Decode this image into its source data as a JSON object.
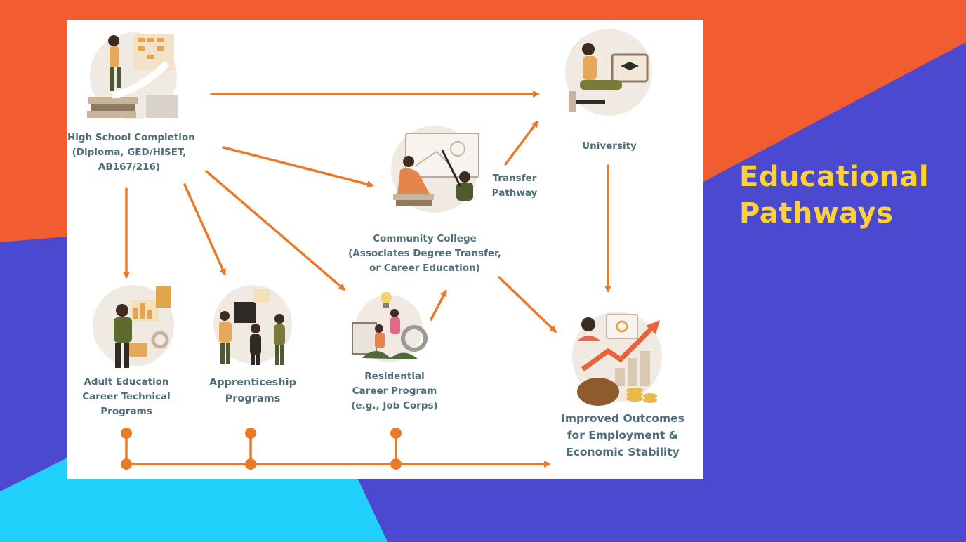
{
  "title": {
    "line1": "Educational",
    "line2": "Pathways"
  },
  "colors": {
    "orange": "#F25C31",
    "blue": "#4B49CF",
    "cyan": "#21D1FC",
    "yellow": "#FFD234",
    "arrow": "#EA7A28",
    "label": "#4E6F79"
  },
  "nodes": {
    "high_school": {
      "line1": "High School Completion",
      "line2": "(Diploma, GED/HISET,",
      "line3": "AB167/216)",
      "icon": "student-climbing-books-icon"
    },
    "university": {
      "label": "University",
      "icon": "graduate-laptop-icon"
    },
    "community_college": {
      "line1": "Community College",
      "line2": "(Associates Degree Transfer,",
      "line3": "or Career Education)",
      "icon": "teacher-whiteboard-icon"
    },
    "transfer": {
      "line1": "Transfer",
      "line2": "Pathway"
    },
    "adult_ed": {
      "line1": "Adult Education",
      "line2": "Career Technical",
      "line3": "Programs",
      "icon": "worker-briefcase-icon"
    },
    "apprenticeship": {
      "line1": "Apprenticeship",
      "line2": "Programs",
      "icon": "team-collaboration-icon"
    },
    "residential": {
      "line1": "Residential",
      "line2": "Career Program",
      "line3": "(e.g., Job Corps)",
      "icon": "lightbulb-teamwork-icon"
    },
    "outcomes": {
      "line1": "Improved Outcomes",
      "line2": "for Employment &",
      "line3": "Economic Stability",
      "icon": "growth-chart-coins-icon"
    }
  }
}
